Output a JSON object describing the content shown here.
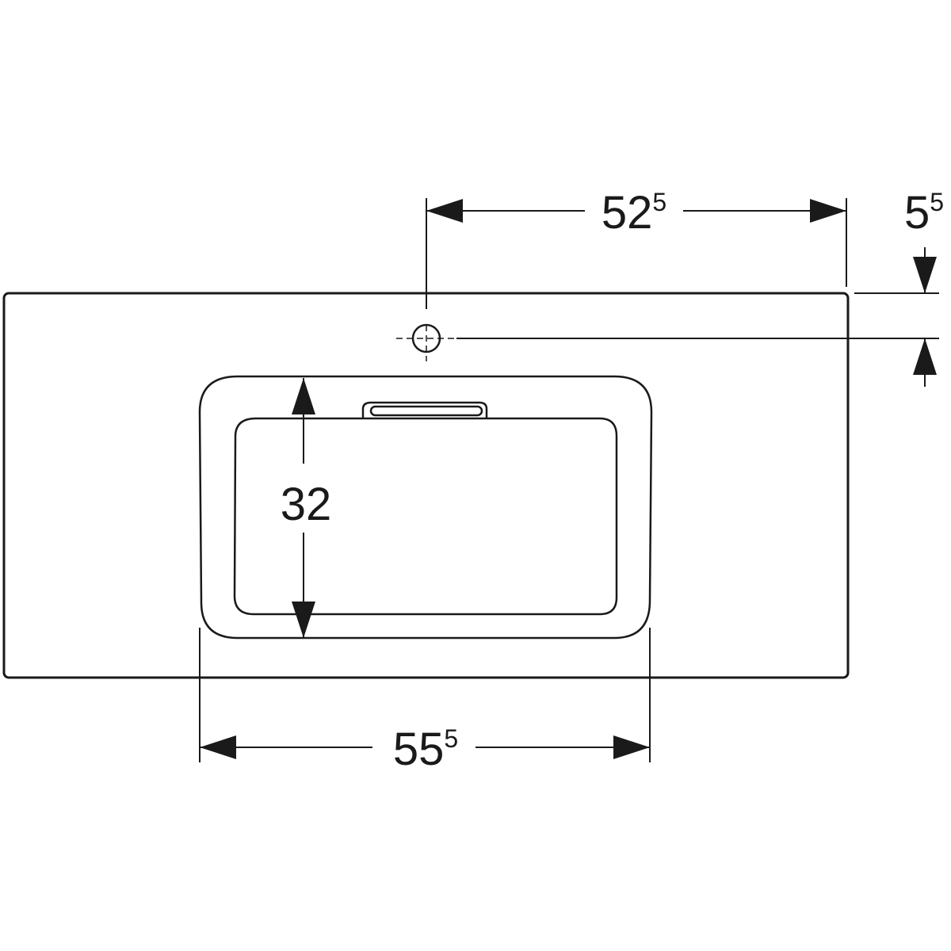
{
  "colors": {
    "line": "#1a1a1a",
    "background": "#ffffff"
  },
  "dimensions": {
    "tap_to_right_edge": {
      "main": "52",
      "sup": "5"
    },
    "tap_to_back_edge": {
      "main": "5",
      "sup": "5"
    },
    "basin_depth": {
      "main": "32",
      "sup": ""
    },
    "basin_width": {
      "main": "55",
      "sup": "5"
    }
  }
}
